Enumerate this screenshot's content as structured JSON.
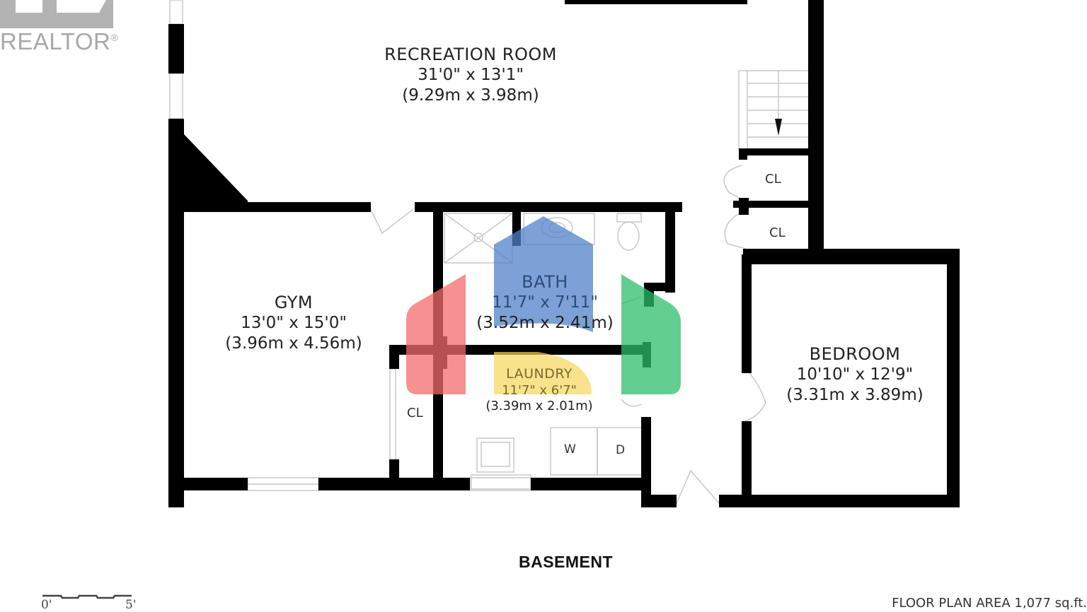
{
  "logo": {
    "text": "REALTOR",
    "mark": "®"
  },
  "floor": {
    "title": "BASEMENT",
    "area_label": "FLOOR PLAN AREA 1,077 sq.ft."
  },
  "scale": {
    "start": "0'",
    "end": "5'"
  },
  "rooms": {
    "recreation": {
      "name": "RECREATION ROOM",
      "imperial": "31'0\" x 13'1\"",
      "metric": "(9.29m x 3.98m)"
    },
    "gym": {
      "name": "GYM",
      "imperial": "13'0\" x 15'0\"",
      "metric": "(3.96m x 4.56m)"
    },
    "bath": {
      "name": "BATH",
      "imperial": "11'7\" x 7'11\"",
      "metric": "(3.52m x 2.41m)"
    },
    "laundry": {
      "name": "LAUNDRY",
      "imperial": "11'7\" x 6'7\"",
      "metric": "(3.39m x 2.01m)"
    },
    "bedroom": {
      "name": "BEDROOM",
      "imperial": "10'10\" x 12'9\"",
      "metric": "(3.31m x 3.89m)"
    }
  },
  "closets": [
    "CL",
    "CL",
    "CL"
  ],
  "appliances": {
    "washer": "W",
    "dryer": "D"
  },
  "overlay_colors": {
    "red": "#f46b6b",
    "blue": "#4f82c9",
    "yellow": "#f5d55a",
    "green": "#2ebd6b"
  }
}
